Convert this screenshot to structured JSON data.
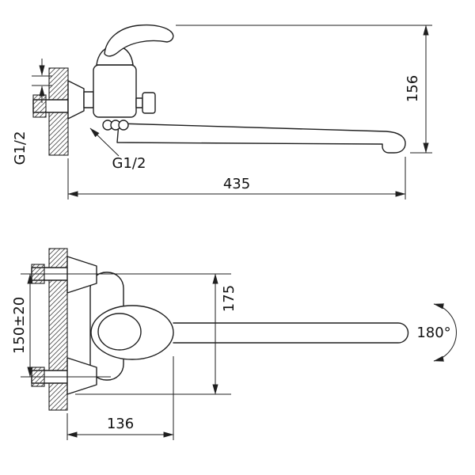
{
  "colors": {
    "background": "#ffffff",
    "line": "#1f1f1f",
    "text": "#111111"
  },
  "side_view": {
    "dim_height": "156",
    "dim_reach": "435",
    "thread_wall": "G1/2",
    "thread_spout": "G1/2"
  },
  "front_view": {
    "dim_supply_centers": "150±20",
    "dim_height": "175",
    "dim_body_length": "136",
    "swivel_angle": "180°"
  }
}
